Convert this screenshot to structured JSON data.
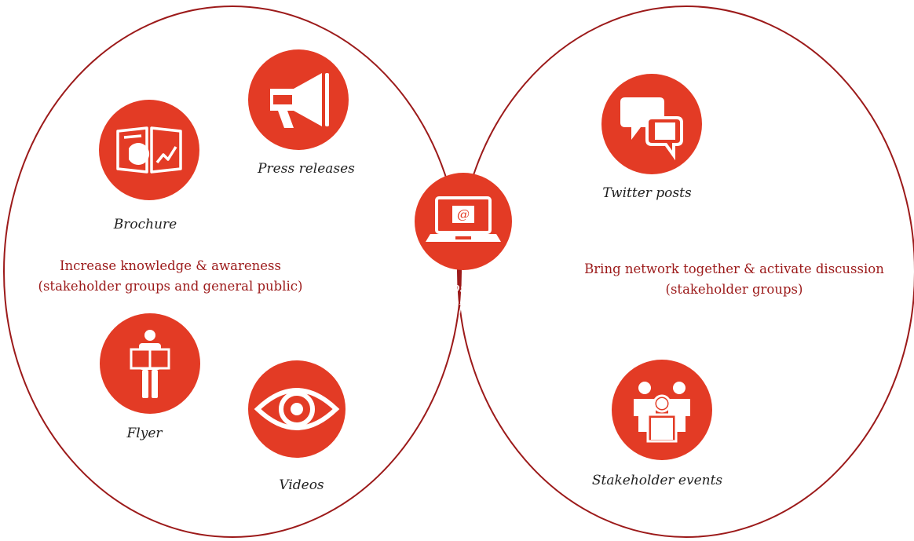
{
  "colors": {
    "accent": "#e33b25",
    "overlap": "#9c1a1a",
    "outline": "#9c1a1a",
    "text": "#1f1f1f"
  },
  "left": {
    "description_line1": "Increase knowledge & awareness",
    "description_line2": "(stakeholder groups and general public)",
    "items": [
      {
        "label": "Brochure",
        "icon": "brochure-icon"
      },
      {
        "label": "Press releases",
        "icon": "megaphone-icon"
      },
      {
        "label": "Flyer",
        "icon": "reader-icon"
      },
      {
        "label": "Videos",
        "icon": "eye-icon"
      }
    ]
  },
  "center": {
    "line1": "Website",
    "line2": "lngforshipping.eu",
    "icon": "laptop-email-icon",
    "icon_text": "@"
  },
  "right": {
    "description_line1": "Bring network together & activate discussion",
    "description_line2": "(stakeholder groups)",
    "items": [
      {
        "label": "Twitter posts",
        "icon": "speech-bubbles-icon"
      },
      {
        "label": "Stakeholder events",
        "icon": "group-icon"
      }
    ]
  }
}
